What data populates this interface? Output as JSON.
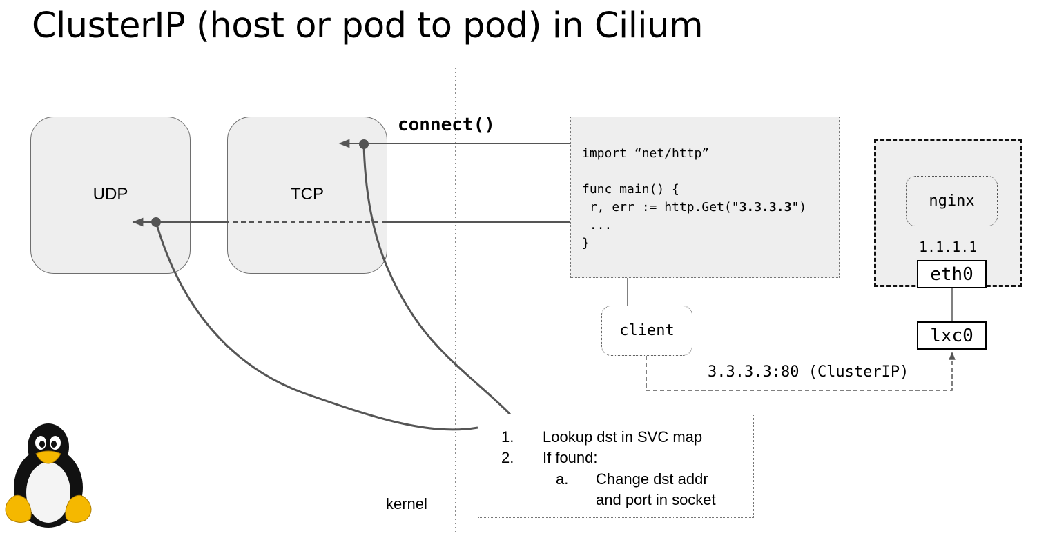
{
  "title": "ClusterIP (host or pod to pod) in Cilium",
  "protocols": {
    "udp": "UDP",
    "tcp": "TCP"
  },
  "syscall": "connect()",
  "code": {
    "import_line": "import “net/http”",
    "func_line": "func main() {",
    "get_prefix": " r, err := http.Get(\"",
    "get_ip": "3.3.3.3",
    "get_suffix": "\")",
    "ellipsis": " ...",
    "close_brace": "}"
  },
  "client_label": "client",
  "pod": {
    "name": "nginx",
    "ip": "1.1.1.1",
    "eth": "eth0",
    "lxc": "lxc0"
  },
  "flow_label": "3.3.3.3:80 (ClusterIP)",
  "kernel_label": "kernel",
  "steps": {
    "step1_num": "1.",
    "step1_text": "Lookup dst in SVC map",
    "step2_num": "2.",
    "step2_text": "If found:",
    "step2a_num": "a.",
    "step2a_line1": "Change dst addr",
    "step2a_line2": "and port in socket"
  },
  "colors": {
    "box_fill": "#eeeeee",
    "line": "#555555",
    "penguin_yellow": "#f5b800"
  },
  "icons": {
    "mascot": "tux-penguin-icon"
  }
}
